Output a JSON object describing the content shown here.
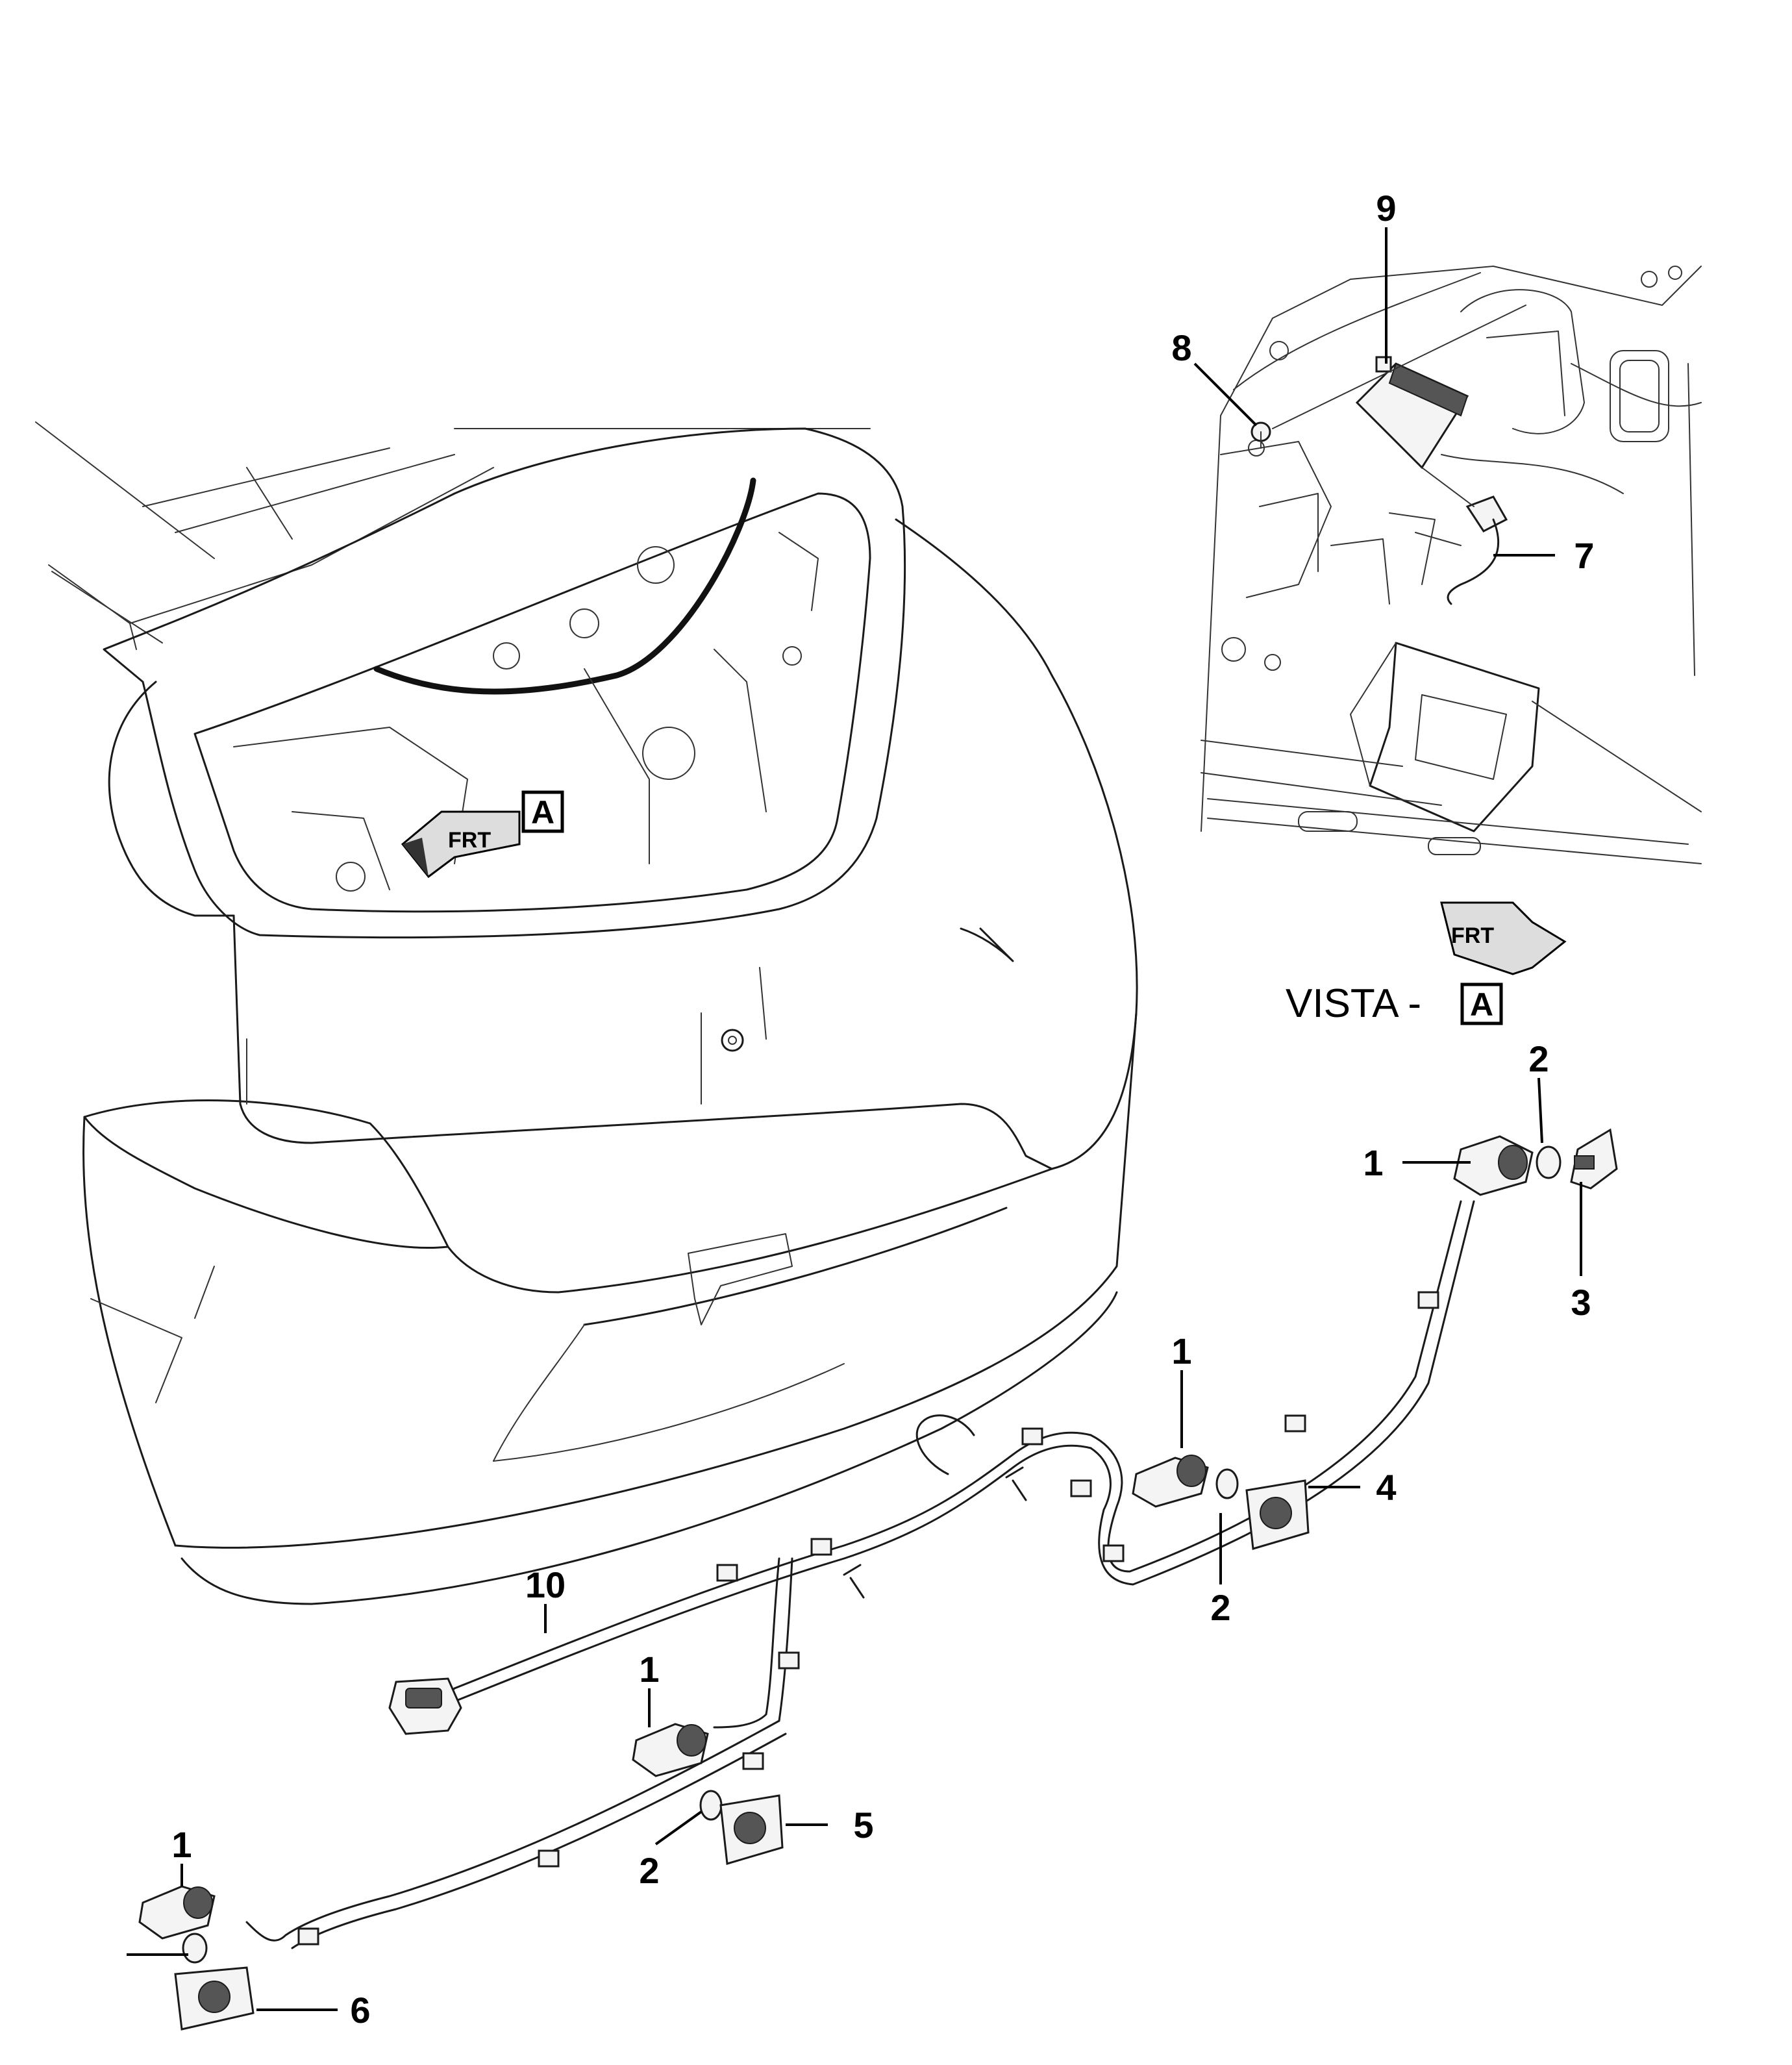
{
  "callouts": [
    {
      "id": "c9",
      "label": "9"
    },
    {
      "id": "c8",
      "label": "8"
    },
    {
      "id": "c7",
      "label": "7"
    },
    {
      "id": "c2a",
      "label": "2"
    },
    {
      "id": "c1a",
      "label": "1"
    },
    {
      "id": "c3",
      "label": "3"
    },
    {
      "id": "c1b",
      "label": "1"
    },
    {
      "id": "c4",
      "label": "4"
    },
    {
      "id": "c2b",
      "label": "2"
    },
    {
      "id": "c10",
      "label": "10"
    },
    {
      "id": "c1c",
      "label": "1"
    },
    {
      "id": "c5",
      "label": "5"
    },
    {
      "id": "c2c",
      "label": "2"
    },
    {
      "id": "c1d",
      "label": "1"
    },
    {
      "id": "c6",
      "label": "6"
    }
  ],
  "view_marker": {
    "letter": "A"
  },
  "direction_arrows": {
    "text": "FRT"
  },
  "view_caption": {
    "prefix": "VISTA -",
    "letter": "A"
  }
}
